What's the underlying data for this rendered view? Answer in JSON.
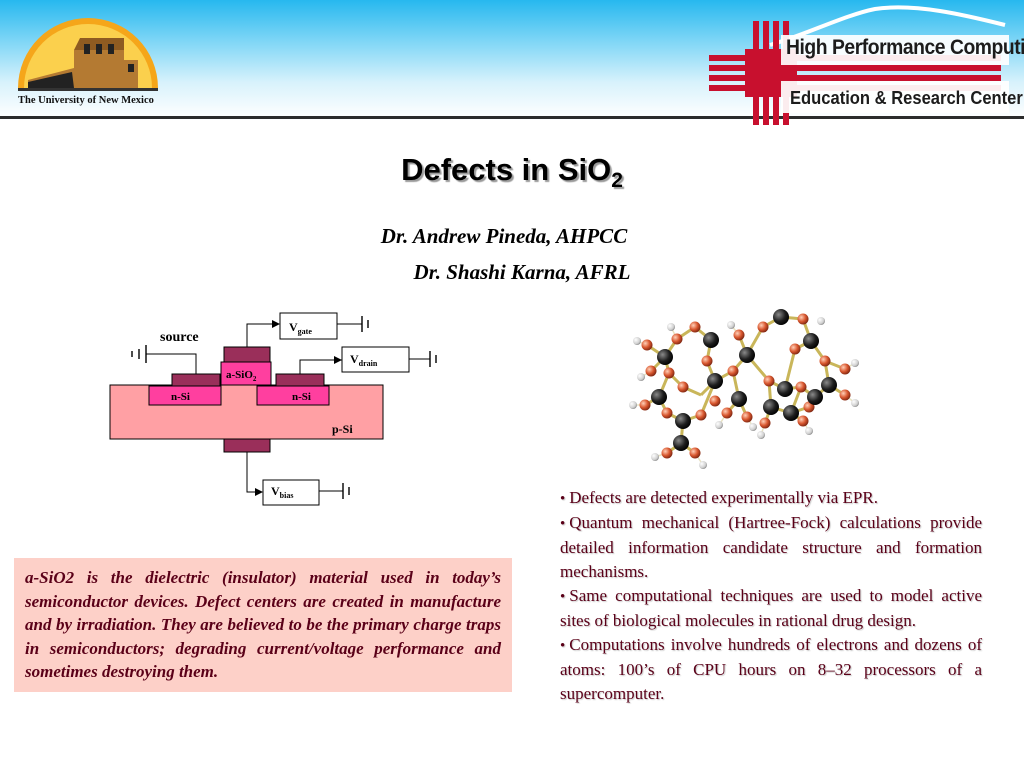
{
  "header": {
    "university_name": "The University of New Mexico",
    "center_line1": "High Performance Computing",
    "center_line2": "Education & Research Center"
  },
  "slide": {
    "title_main": "Defects in SiO",
    "title_sub": "2",
    "author1": "Dr. Andrew Pineda, AHPCC",
    "author2": "Dr. Shashi Karna, AFRL"
  },
  "diagram": {
    "source_label": "source",
    "vgate": {
      "main": "V",
      "sub": "gate"
    },
    "vdrain": {
      "main": "V",
      "sub": "drain"
    },
    "vbias": {
      "main": "V",
      "sub": "bias"
    },
    "oxide": {
      "main": "a-SiO",
      "sub": "2"
    },
    "nsi_left": "n-Si",
    "nsi_right": "n-Si",
    "psi": "p-Si"
  },
  "bullets": [
    "Defects are detected experimentally via EPR.",
    "Quantum mechanical (Hartree-Fock) calculations provide detailed information candidate structure and formation mechanisms.",
    "Same computational techniques are used to model active sites of biological molecules in rational drug design.",
    "Computations involve hundreds of electrons and dozens of atoms: 100’s of CPU hours on 8–32 processors of a supercomputer."
  ],
  "info_box": "a-SiO2 is the dielectric (insulator) material used in today’s semiconductor devices.  Defect centers are created in manufacture and by irradiation.  They are believed to be the primary charge traps in semiconductors; degrading current/voltage  performance and sometimes destroying them.",
  "colors": {
    "text_dark_red": "#5a0018",
    "box_fill": "#fdd0c8",
    "substrate_pink": "#ffa0a4",
    "ndoped_pink": "#ff3f9f",
    "contact_maroon": "#9a2f5a",
    "zia_red": "#c8102e"
  }
}
